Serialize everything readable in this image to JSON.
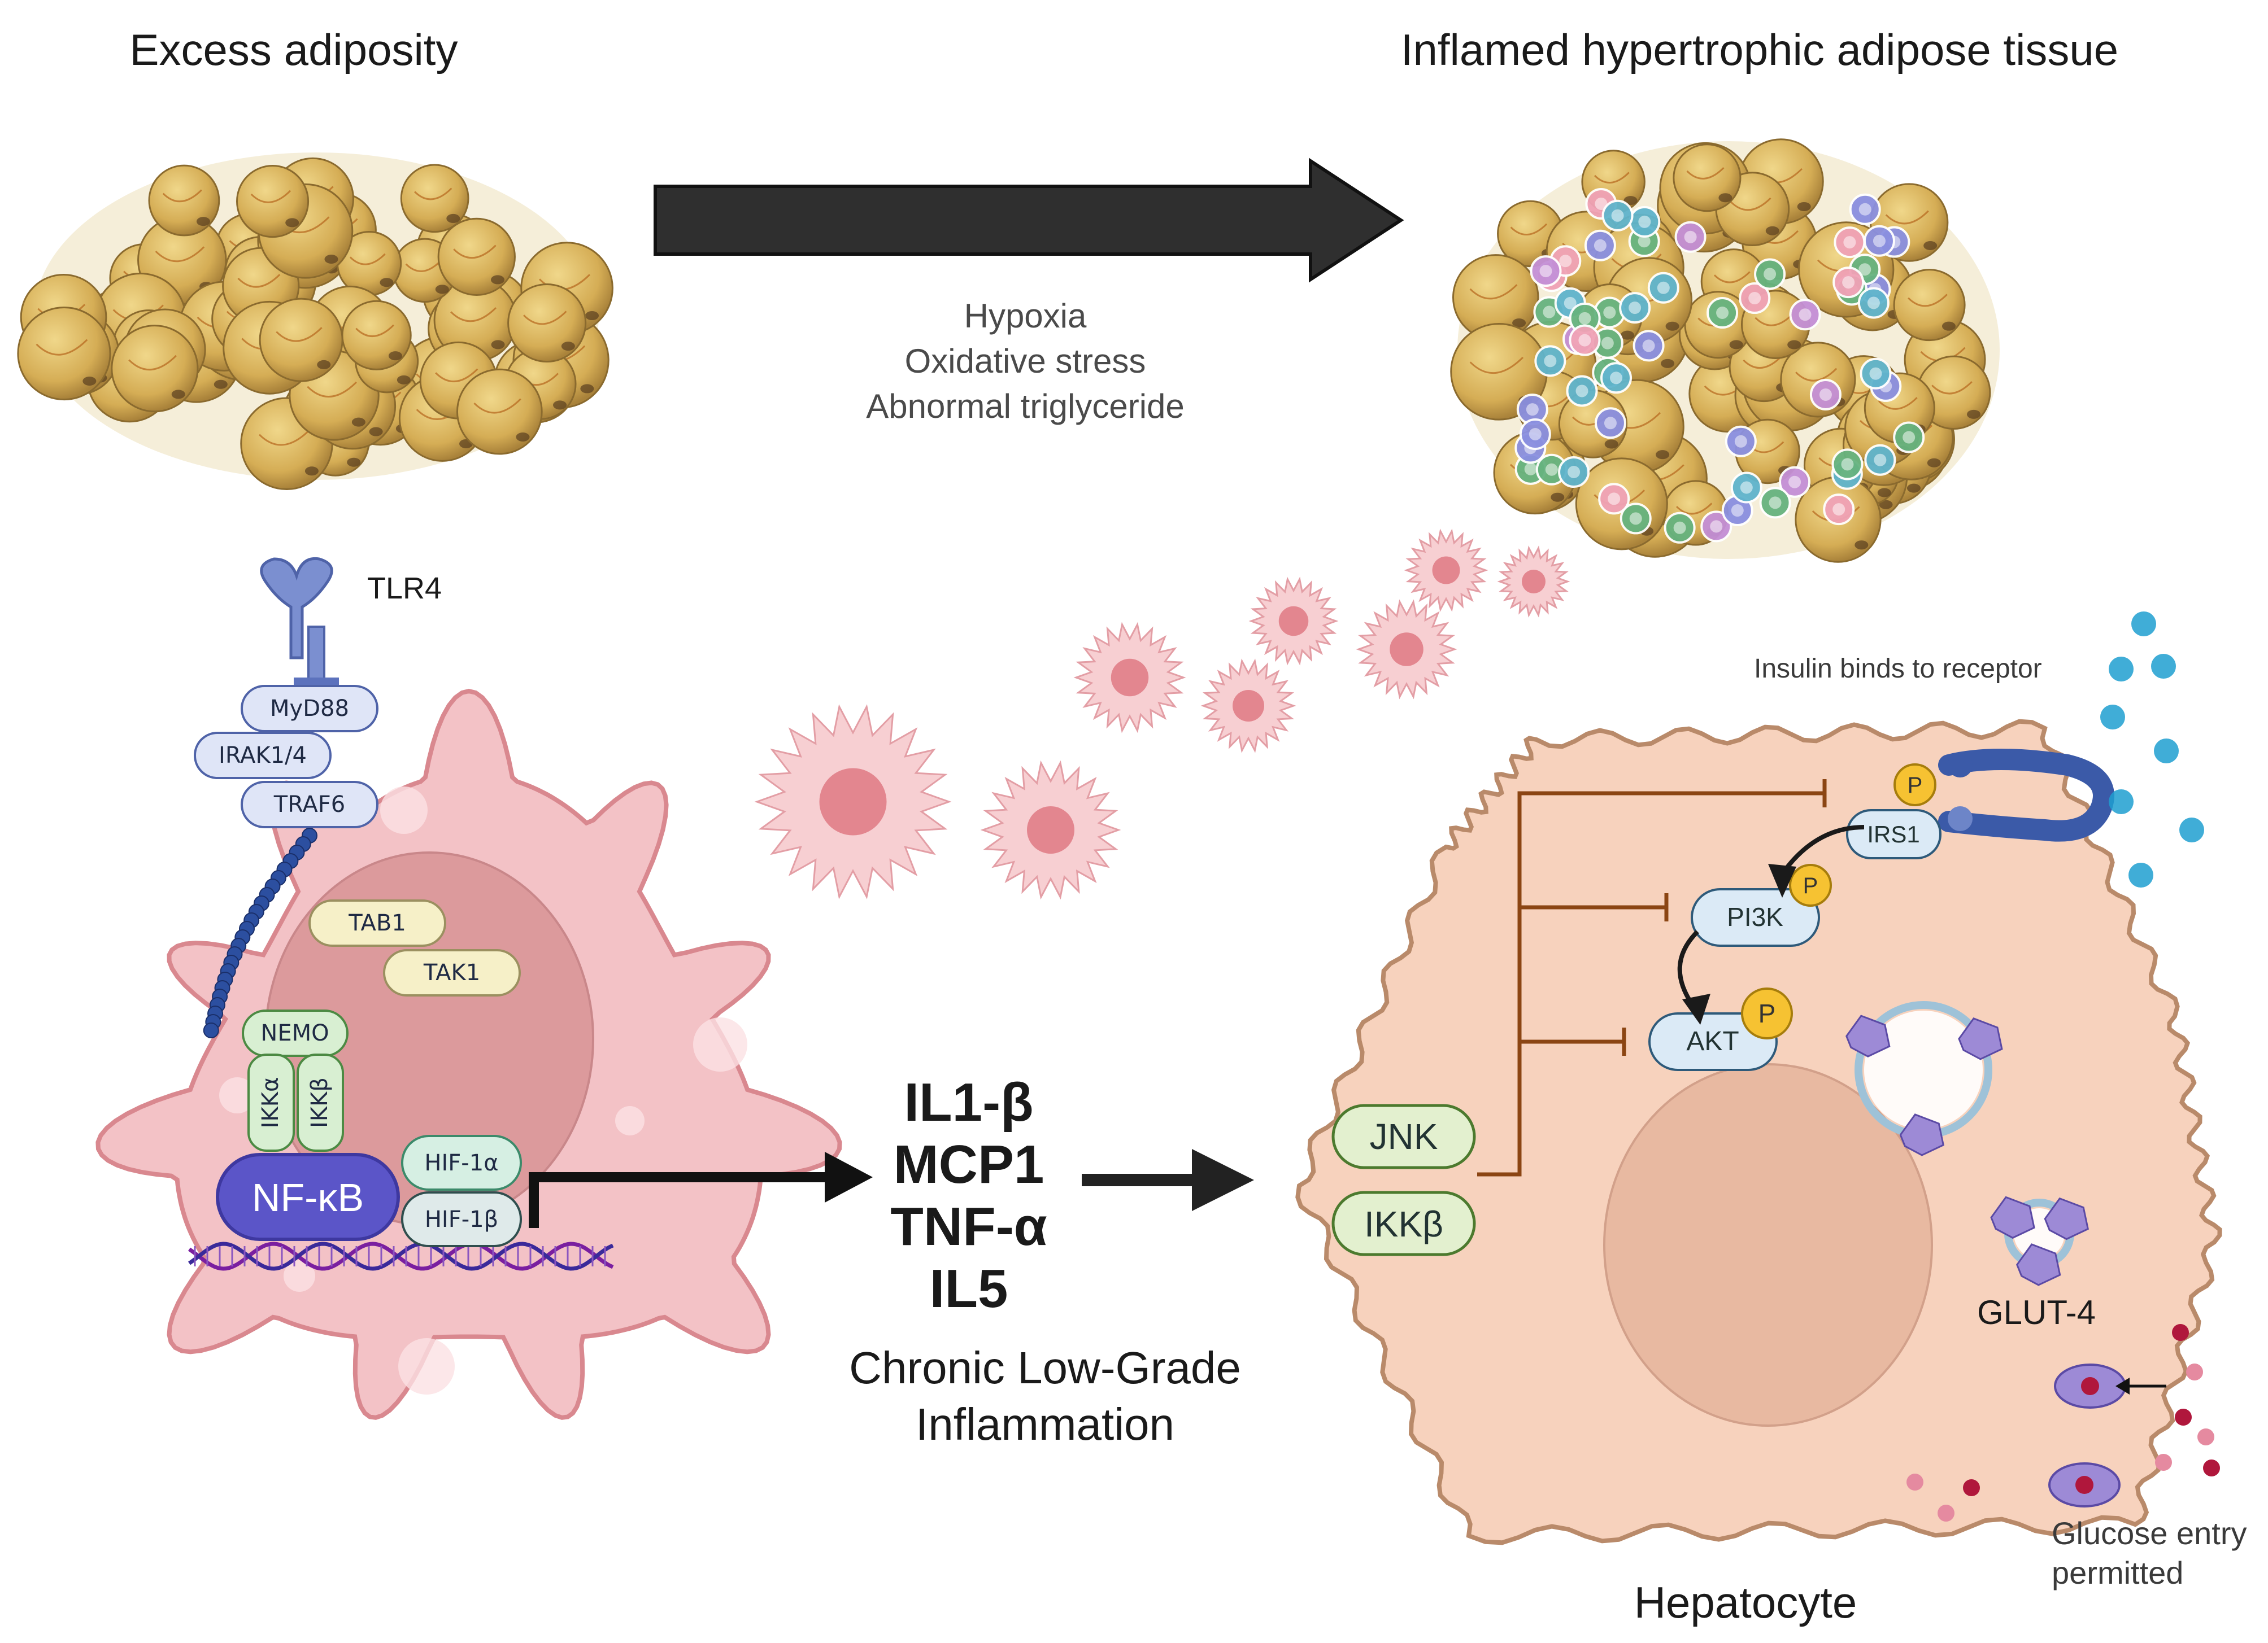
{
  "titles": {
    "excess": "Excess adiposity",
    "inflamed": "Inflamed hypertrophic adipose tissue",
    "hepatocyte": "Hepatocyte"
  },
  "stressors": [
    "Hypoxia",
    "Oxidative stress",
    "Abnormal triglyceride"
  ],
  "macrophage": {
    "receptor": "TLR4",
    "adapters": [
      "MyD88",
      "IRAK1/4",
      "TRAF6"
    ],
    "tak": [
      "TAB1",
      "TAK1"
    ],
    "nemo": "NEMO",
    "ikk": [
      "IKKα",
      "IKKβ"
    ],
    "nfkb": "NF-κB",
    "hif": [
      "HIF-1α",
      "HIF-1β"
    ]
  },
  "cytokines": [
    "IL1-β",
    "MCP1",
    "TNF-α",
    "IL5"
  ],
  "inflammation": [
    "Chronic Low-Grade",
    "Inflammation"
  ],
  "hepato": {
    "insulin_note": "Insulin binds to receptor",
    "irs1": "IRS1",
    "pi3k": "PI3K",
    "akt": "AKT",
    "phospho": "P",
    "jnk": "JNK",
    "ikkb": "IKKβ",
    "glut": "GLUT-4",
    "glucose": [
      "Glucose entry",
      "permitted"
    ]
  },
  "colors": {
    "fat": "#d9b35c",
    "macrophage": "#f3c2c6",
    "hepatocyte": "#f7d2bd",
    "nfkb": "#5b55c8",
    "inhibit": "#8b4513",
    "insulin": "#1f9fd0"
  }
}
